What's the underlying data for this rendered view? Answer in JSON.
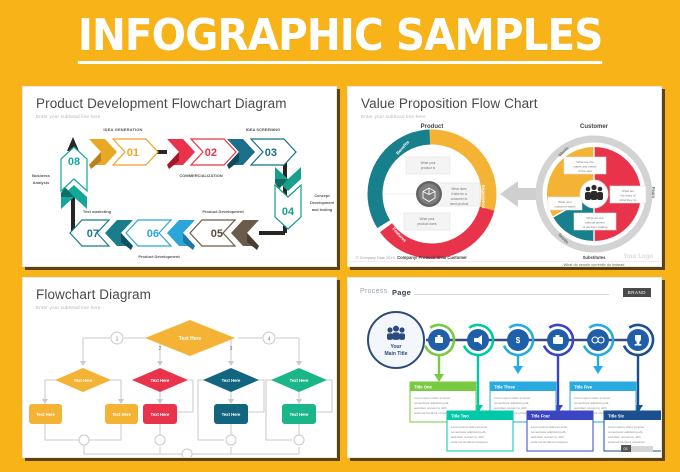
{
  "header": {
    "title": "INFOGRAPHIC SAMPLES",
    "bg_color": "#F8B319",
    "text_color": "#FFFFFF"
  },
  "panels": [
    {
      "id": "product-development-flowchart",
      "title": "Product Development Flowchart Diagram",
      "subtitle": "Enter your subhead line here",
      "steps": [
        {
          "num": "01",
          "label": "IDEA GENERATION",
          "color": "#E8A824",
          "dir": "right"
        },
        {
          "num": "02",
          "label": "COMMERCIALIZATION",
          "color": "#E8334A",
          "dir": "right"
        },
        {
          "num": "03",
          "label": "IDEA SCREENING",
          "color": "#1B6F8A",
          "dir": "right"
        },
        {
          "num": "04",
          "label": "Concept Development and testing",
          "color": "#19A08C",
          "dir": "down"
        },
        {
          "num": "05",
          "label": "Product Development",
          "color": "#6B5B4B",
          "dir": "left"
        },
        {
          "num": "06",
          "label": "Product Development",
          "color": "#2BA6D9",
          "dir": "left"
        },
        {
          "num": "07",
          "label": "Test marketing",
          "color": "#1B7C8C",
          "dir": "left"
        },
        {
          "num": "08",
          "label": "Business Analysis",
          "color": "#16A79B",
          "dir": "up"
        }
      ]
    },
    {
      "id": "value-proposition-flow-chart",
      "title": "Value Proposition Flow Chart",
      "subtitle": "Enter your subhead line here",
      "left_chart": {
        "heading": "Product",
        "caption": "Company/ Product/ Ideal Customer",
        "ring_labels": [
          {
            "text": "Benefits",
            "color": "#F5B335"
          },
          {
            "text": "Experience",
            "color": "#E8334A"
          },
          {
            "text": "Features",
            "color": "#17808C"
          }
        ],
        "callouts": [
          "What your product is",
          "What does it take for a customer to need your product",
          "What your product does"
        ],
        "center_icon": "cube-icon"
      },
      "right_chart": {
        "heading": "Customer",
        "caption_title": "Substitutes",
        "caption_sub": "What do people currently do instead",
        "outer_labels": [
          "Wants",
          "Needs",
          "Fears"
        ],
        "segments": [
          {
            "text": "What are the wants and needs of the user",
            "color": "#F5B335"
          },
          {
            "text": "What are the fears of what they do",
            "color": "#E8334A"
          },
          {
            "text": "What your customer wants",
            "color": "#17808C"
          },
          {
            "text": "What are the rational drivers of decision making",
            "color": "#17808C"
          }
        ],
        "center_icon": "people-icon"
      },
      "arrow_icon": "left-arrow-icon",
      "footer_left": "© Company Date 20XX",
      "footer_right": "Your Logo"
    },
    {
      "id": "flowchart-diagram",
      "title": "Flowchart Diagram",
      "subtitle": "Enter your subhead line here",
      "node_label": "Text Here",
      "markers": [
        "1",
        "2",
        "3",
        "4"
      ],
      "root": {
        "label": "Text Here",
        "color": "#F5B335"
      },
      "branches": [
        {
          "marker": "1",
          "diamond": "Text Here",
          "boxes": [
            "Text Here",
            "Text Here"
          ],
          "color": "#F5B335"
        },
        {
          "marker": "2",
          "diamond": "Text Here",
          "boxes": [
            "Text Here"
          ],
          "color": "#E8334A"
        },
        {
          "marker": "3",
          "diamond": "Text Here",
          "boxes": [
            "Text Here"
          ],
          "color": "#11657F"
        },
        {
          "marker": "4",
          "diamond": "Text Here",
          "boxes": [
            "Text Here"
          ],
          "color": "#1BB58A"
        }
      ]
    },
    {
      "id": "process-page",
      "title_light": "Process",
      "title_bold": "Page",
      "badge": "BRAND",
      "main_circle": {
        "line1": "Your",
        "line2": "Main Title",
        "icon": "people-icon"
      },
      "nodes": [
        {
          "icon": "briefcase-icon",
          "color": "#7AC943"
        },
        {
          "icon": "megaphone-icon",
          "color": "#00C9A7"
        },
        {
          "icon": "dollar-icon",
          "color": "#29ABE2"
        },
        {
          "icon": "camera-icon",
          "color": "#3B45C4"
        },
        {
          "icon": "lightbulb-icon",
          "color": "#29ABE2"
        },
        {
          "icon": "trophy-icon",
          "color": "#1B4F8F"
        }
      ],
      "cards": [
        {
          "title": "Title One",
          "body": "Lorem ipsum dolor sit amet, consectetur adipiscing elit, sed diam nonummy nibh euismod tincidunt ut laoreet",
          "color": "#7AC943",
          "row": "top"
        },
        {
          "title": "Title Two",
          "body": "Lorem ipsum dolor sit amet, consectetur adipiscing elit, sed diam nonummy nibh euismod tincidunt ut laoreet",
          "color": "#00C9A7",
          "row": "bottom"
        },
        {
          "title": "Title Three",
          "body": "Lorem ipsum dolor sit amet, consectetur adipiscing elit, sed diam nonummy nibh euismod tincidunt ut laoreet",
          "color": "#29ABE2",
          "row": "top"
        },
        {
          "title": "Title Four",
          "body": "Lorem ipsum dolor sit amet, consectetur adipiscing elit, sed diam nonummy nibh euismod tincidunt ut laoreet",
          "color": "#3B45C4",
          "row": "bottom"
        },
        {
          "title": "Title Five",
          "body": "Lorem ipsum dolor sit amet, consectetur adipiscing elit, sed diam nonummy nibh euismod tincidunt ut laoreet",
          "color": "#29ABE2",
          "row": "top"
        },
        {
          "title": "Title Six",
          "body": "Lorem ipsum dolor sit amet, consectetur adipiscing elit, sed diam nonummy nibh euismod tincidunt ut laoreet",
          "color": "#1B4F8F",
          "row": "bottom"
        }
      ],
      "page_number": "01"
    }
  ]
}
